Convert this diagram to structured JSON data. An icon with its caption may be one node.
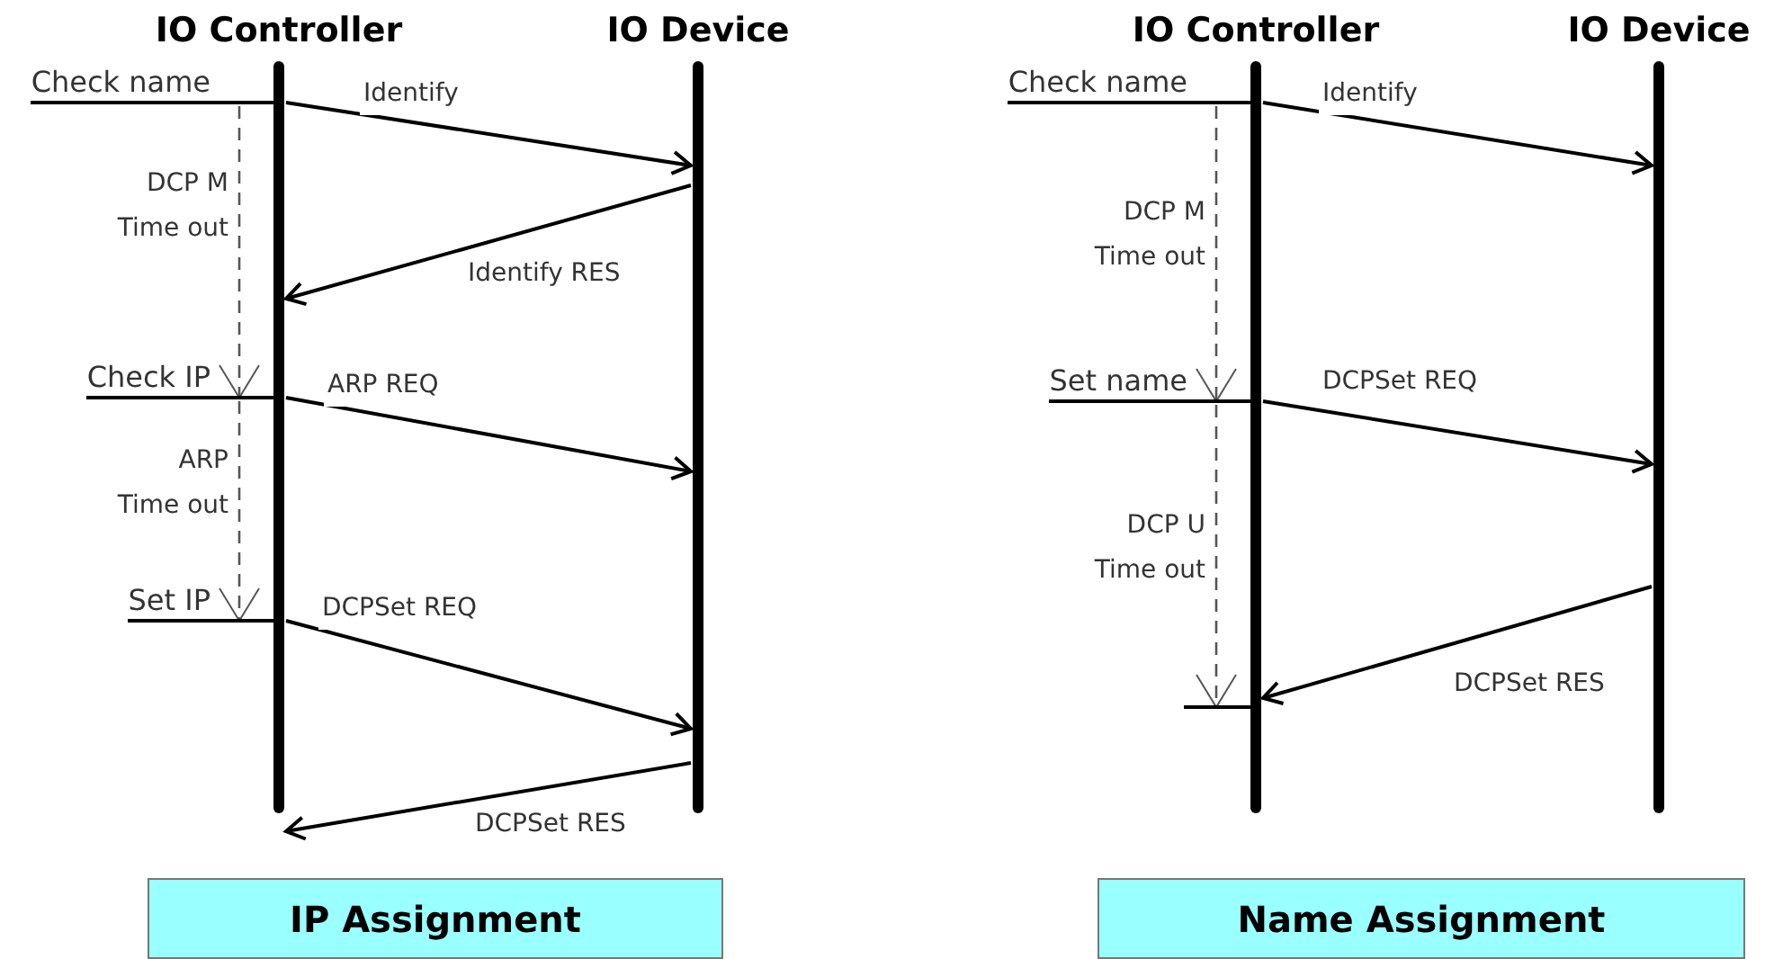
{
  "diagram": {
    "nodes": [
      {
        "text": [
          "IO Controller"
        ]
      },
      {
        "text": [
          "IO Device"
        ]
      },
      {
        "text": [
          "Check name"
        ]
      },
      {
        "text": [
          "Check IP"
        ]
      },
      {
        "text": [
          "Set IP"
        ]
      },
      {
        "text": [
          "IP Assignment"
        ]
      },
      {
        "text": [
          "IO Controller"
        ]
      },
      {
        "text": [
          "IO Device"
        ]
      },
      {
        "text": [
          "Check name"
        ]
      },
      {
        "text": [
          "Set name"
        ]
      },
      {
        "text": [],
        "shape": "bar"
      },
      {
        "text": [
          "Name Assignment"
        ]
      }
    ],
    "edges": [
      {
        "from": 0,
        "to": 1,
        "arrow": "to",
        "label": "Identify"
      },
      {
        "from": 1,
        "to": 0,
        "arrow": "to",
        "label": "Identify RES"
      },
      {
        "from": 0,
        "to": 1,
        "arrow": "to",
        "label": "ARP REQ"
      },
      {
        "from": 0,
        "to": 1,
        "arrow": "to",
        "label": "DCPSet REQ"
      },
      {
        "from": 1,
        "to": 0,
        "arrow": "to",
        "label": "DCPSet RES"
      },
      {
        "from": 2,
        "to": 3,
        "arrow": "to",
        "label": "DCP M Time out",
        "style": "dashed"
      },
      {
        "from": 3,
        "to": 4,
        "arrow": "to",
        "label": "ARP Time out",
        "style": "dashed"
      },
      {
        "from": 6,
        "to": 7,
        "arrow": "to",
        "label": "Identify"
      },
      {
        "from": 6,
        "to": 7,
        "arrow": "to",
        "label": "DCPSet REQ"
      },
      {
        "from": 7,
        "to": 6,
        "arrow": "to",
        "label": "DCPSet RES"
      },
      {
        "from": 8,
        "to": 9,
        "arrow": "to",
        "label": "DCP M Time out",
        "style": "dashed"
      },
      {
        "from": 9,
        "to": 10,
        "arrow": "to",
        "label": "DCP U Time out",
        "style": "dashed"
      }
    ]
  }
}
